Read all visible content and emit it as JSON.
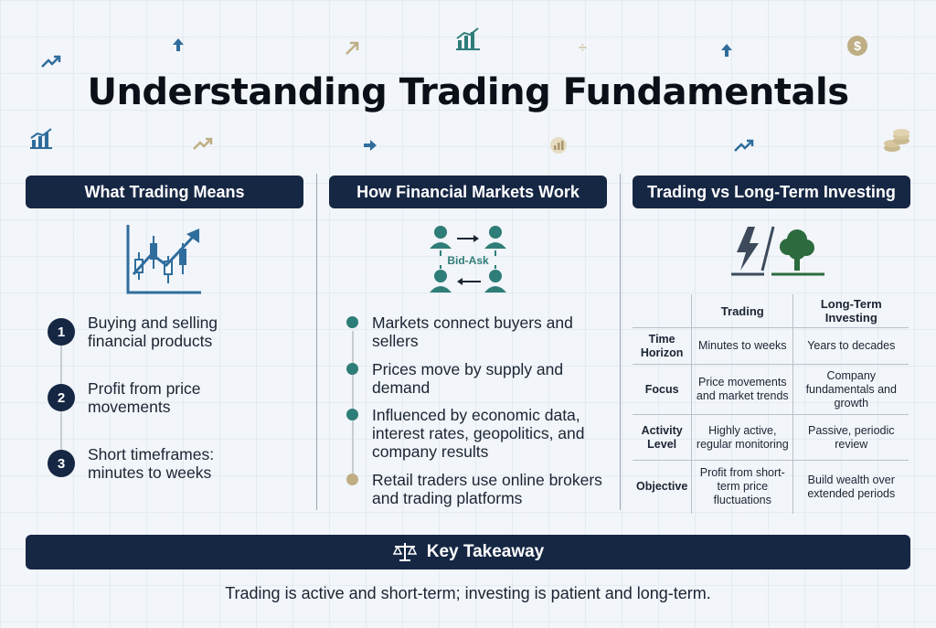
{
  "title": "Understanding Trading Fundamentals",
  "colors": {
    "navy": "#162744",
    "teal": "#2e7d78",
    "gold": "#bfae84",
    "blue": "#2f6d9c"
  },
  "decor_icons": [
    "trend-up-icon",
    "arrow-up-icon",
    "arrow-diagonal-icon",
    "bar-chart-icon",
    "divide-icon",
    "arrow-up-icon",
    "dollar-coin-icon",
    "bar-chart-icon",
    "arrow-right-icon",
    "trend-up-icon",
    "coin-stack-icon"
  ],
  "columns": {
    "trading_means": {
      "header": "What Trading Means",
      "icon": "candlestick-chart-icon",
      "steps": [
        {
          "num": "1",
          "text": "Buying and selling financial products"
        },
        {
          "num": "2",
          "text": "Profit from price movements"
        },
        {
          "num": "3",
          "text": "Short timeframes: minutes to weeks"
        }
      ]
    },
    "markets_work": {
      "header": "How Financial Markets Work",
      "icon": "buyers-sellers-exchange-icon",
      "icon_label": "Bid-Ask",
      "bullets": [
        {
          "text": "Markets connect buyers and sellers",
          "color": "teal"
        },
        {
          "text": "Prices move by supply and demand",
          "color": "teal"
        },
        {
          "text": "Influenced by economic data, interest rates, geopolitics, and company results",
          "color": "teal"
        },
        {
          "text": "Retail traders use online brokers and trading platforms",
          "color": "gold"
        }
      ]
    },
    "trading_vs_investing": {
      "header": "Trading vs Long-Term Investing",
      "icon": "lightning-vs-tree-icon",
      "table": {
        "headers": [
          "",
          "Trading",
          "Long-Term Investing"
        ],
        "rows": [
          {
            "label": "Time Horizon",
            "trading": "Minutes to weeks",
            "investing": "Years to decades"
          },
          {
            "label": "Focus",
            "trading": "Price movements and market trends",
            "investing": "Company fundamentals and growth"
          },
          {
            "label": "Activity Level",
            "trading": "Highly active, regular monitoring",
            "investing": "Passive, periodic review"
          },
          {
            "label": "Objective",
            "trading": "Profit from short-term price fluctuations",
            "investing": "Build wealth over extended periods"
          }
        ]
      }
    }
  },
  "takeaway": {
    "icon": "balance-scale-icon",
    "label": "Key Takeaway",
    "text": "Trading is active and short-term; investing is patient and long-term."
  }
}
